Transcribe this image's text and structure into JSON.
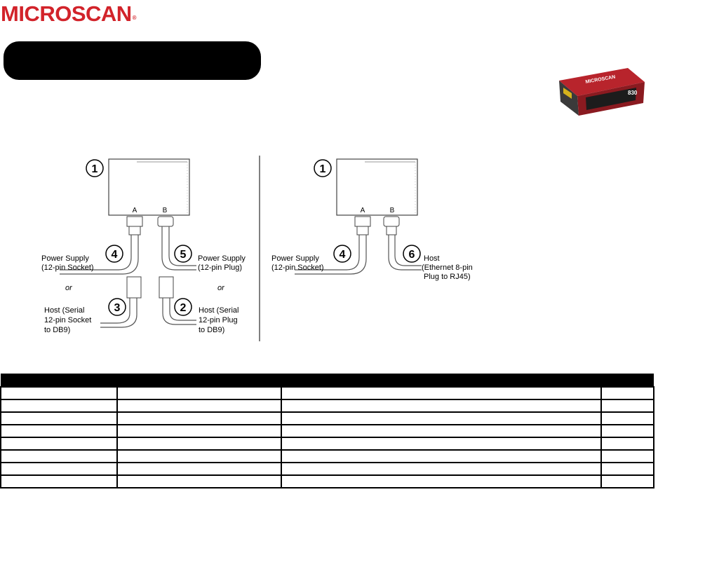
{
  "brand": {
    "name": "MICROSCAN",
    "registered_mark": "®"
  },
  "product_photo": {
    "icon": "barcode-scanner-photo",
    "brand_on_device": "MICROSCAN",
    "model_on_device": "830"
  },
  "diagram_left": {
    "device_number": "1",
    "port_a": "A",
    "port_b": "B",
    "callout_4": {
      "number": "4",
      "line1": "Power Supply",
      "line2": "(12-pin Socket)"
    },
    "callout_5": {
      "number": "5",
      "line1": "Power Supply",
      "line2": "(12-pin Plug)"
    },
    "or_label": "or",
    "callout_3": {
      "number": "3",
      "line1": "Host (Serial",
      "line2": "12-pin Socket",
      "line3": "to DB9)"
    },
    "callout_2": {
      "number": "2",
      "line1": "Host (Serial",
      "line2": "12-pin Plug",
      "line3": "to DB9)"
    }
  },
  "diagram_right": {
    "device_number": "1",
    "port_a": "A",
    "port_b": "B",
    "callout_4": {
      "number": "4",
      "line1": "Power Supply",
      "line2": "(12-pin Socket)"
    },
    "callout_6": {
      "number": "6",
      "line1": "Host",
      "line2": "(Ethernet 8-pin",
      "line3": "Plug to RJ45)"
    }
  },
  "parts_table": {
    "columns": [
      "",
      "",
      "",
      ""
    ],
    "row_count": 8
  }
}
